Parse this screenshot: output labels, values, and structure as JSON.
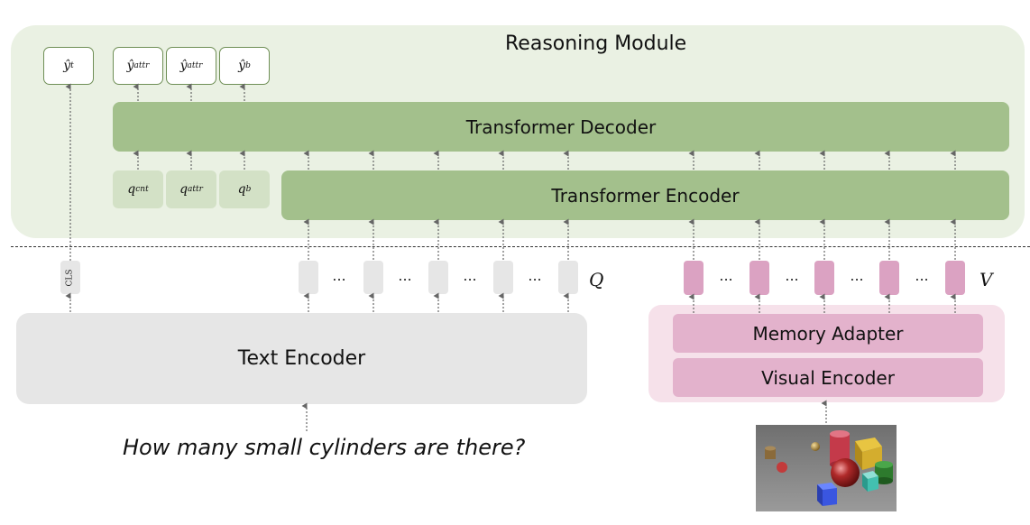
{
  "reasoning_module": {
    "title": "Reasoning Module",
    "outputs": [
      {
        "base": "ŷ",
        "sup": "t"
      },
      {
        "base": "ŷ",
        "sup": "attr"
      },
      {
        "base": "ŷ",
        "sup": "attr"
      },
      {
        "base": "ŷ",
        "sup": "b"
      }
    ],
    "queries": [
      {
        "base": "q",
        "sup": "cnt"
      },
      {
        "base": "q",
        "sup": "attr"
      },
      {
        "base": "q",
        "sup": "b"
      }
    ],
    "decoder_label": "Transformer Decoder",
    "encoder_label": "Transformer Encoder"
  },
  "tokens": {
    "cls_label": "CLS",
    "ellipsis": "...",
    "text_tokens_label": "Q",
    "visual_tokens_label": "V"
  },
  "text_encoder": {
    "label": "Text Encoder"
  },
  "visual_branch": {
    "memory_adapter_label": "Memory Adapter",
    "visual_encoder_label": "Visual Encoder"
  },
  "question": "How many small cylinders are there?",
  "colors": {
    "green_bg": "#eaf1e3",
    "green_block": "#a3c08c",
    "green_query": "#d3e1c6",
    "gray_block": "#e6e6e6",
    "pink_bg": "#f6e1ea",
    "pink_block": "#e3b2cc",
    "pink_token": "#dba2c2"
  }
}
